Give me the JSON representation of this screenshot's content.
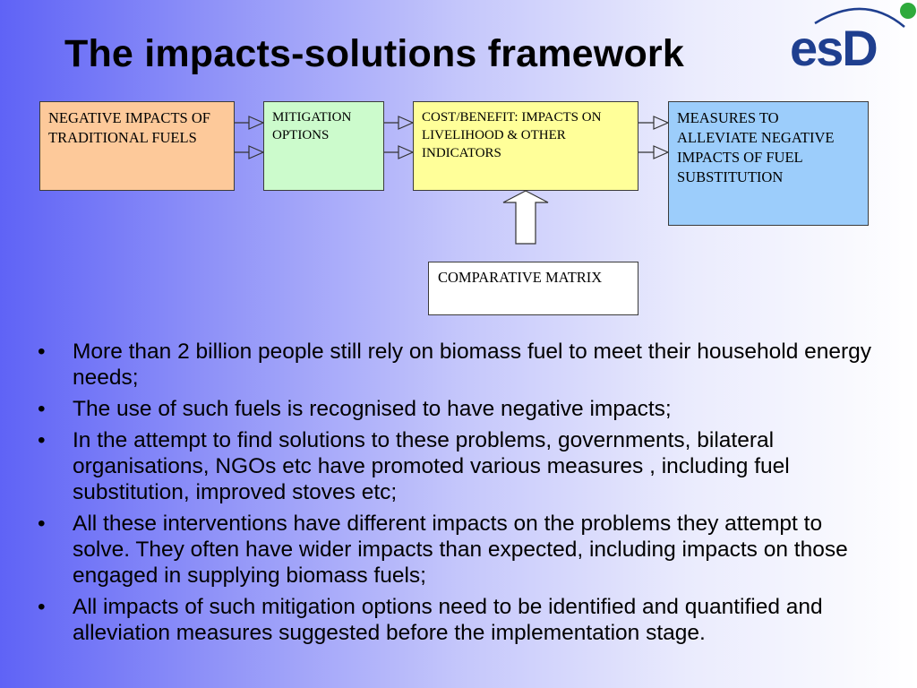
{
  "title": "The impacts-solutions framework",
  "logo": {
    "text": "esD",
    "icon": "esd-logo",
    "accent_color": "#2faa3c",
    "brand_color": "#1f3f8f"
  },
  "diagram": {
    "boxes": {
      "negative_impacts": "NEGATIVE IMPACTS OF TRADITIONAL FUELS",
      "mitigation": "MITIGATION OPTIONS",
      "cost_benefit": "COST/BENEFIT: IMPACTS ON LIVELIHOOD & OTHER INDICATORS",
      "measures": "MEASURES TO ALLEVIATE NEGATIVE IMPACTS OF FUEL SUBSTITUTION",
      "comparative": "COMPARATIVE MATRIX"
    },
    "colors": {
      "negative_impacts": "#fdc99a",
      "mitigation": "#ccfbcc",
      "cost_benefit": "#ffff99",
      "measures": "#9ccdfb",
      "comparative": "#ffffff"
    },
    "edges": [
      {
        "from": "NEGATIVE IMPACTS OF TRADITIONAL FUELS",
        "to": "MITIGATION OPTIONS"
      },
      {
        "from": "MITIGATION OPTIONS",
        "to": "COST/BENEFIT: IMPACTS ON LIVELIHOOD & OTHER INDICATORS"
      },
      {
        "from": "COST/BENEFIT: IMPACTS ON LIVELIHOOD & OTHER INDICATORS",
        "to": "MEASURES TO ALLEVIATE NEGATIVE IMPACTS OF FUEL SUBSTITUTION"
      },
      {
        "from": "COMPARATIVE MATRIX",
        "to": "COST/BENEFIT: IMPACTS ON LIVELIHOOD & OTHER INDICATORS"
      }
    ]
  },
  "bullets": [
    "More than 2 billion people still rely on biomass fuel to meet their household energy needs;",
    "The use of such fuels is recognised to have negative impacts;",
    "In the attempt to find solutions to these problems, governments, bilateral organisations, NGOs etc have promoted various measures , including fuel substitution, improved stoves etc;",
    "All these interventions have different impacts on the problems they attempt to solve.  They often have wider impacts than expected, including impacts on those engaged in supplying biomass fuels;",
    "All impacts of such mitigation options need to be identified and quantified and alleviation measures suggested before the implementation stage."
  ]
}
